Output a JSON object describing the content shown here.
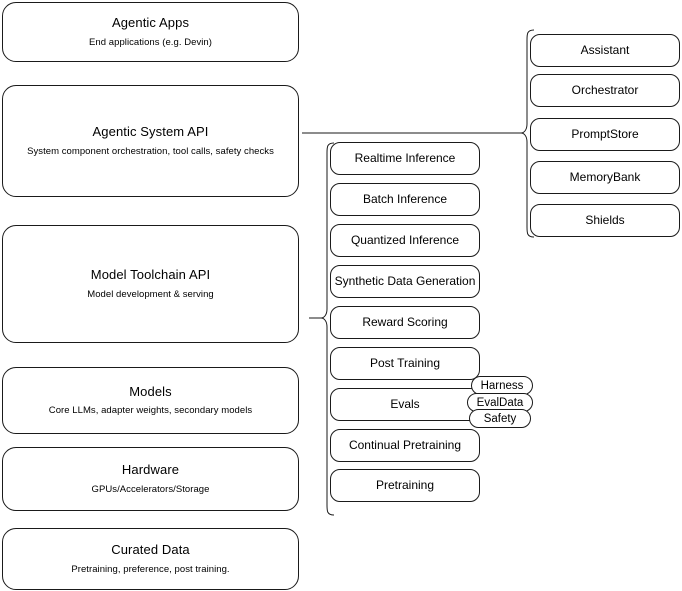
{
  "diagram": {
    "title": "AI stack layered architecture diagram",
    "stroke_color": "#1a1a1a",
    "background_color": "#ffffff",
    "text_color": "#000000"
  },
  "layers": [
    {
      "title": "Agentic Apps",
      "subtitle": "End applications (e.g. Devin)"
    },
    {
      "title": "Agentic System API",
      "subtitle": "System component orchestration, tool calls, safety checks"
    },
    {
      "title": "Model Toolchain API",
      "subtitle": "Model development & serving"
    },
    {
      "title": "Models",
      "subtitle": "Core LLMs, adapter weights, secondary models"
    },
    {
      "title": "Hardware",
      "subtitle": "GPUs/Accelerators/Storage"
    },
    {
      "title": "Curated Data",
      "subtitle": "Pretraining, preference, post training."
    }
  ],
  "toolchain_capabilities": [
    {
      "label": "Realtime Inference"
    },
    {
      "label": "Batch Inference"
    },
    {
      "label": "Quantized Inference"
    },
    {
      "label": "Synthetic Data Generation"
    },
    {
      "label": "Reward Scoring"
    },
    {
      "label": "Post Training"
    },
    {
      "label": "Evals"
    },
    {
      "label": "Continual Pretraining"
    },
    {
      "label": "Pretraining"
    }
  ],
  "evals_badges": [
    {
      "label": "Harness"
    },
    {
      "label": "EvalData"
    },
    {
      "label": "Safety"
    }
  ],
  "system_components": [
    {
      "label": "Assistant"
    },
    {
      "label": "Orchestrator"
    },
    {
      "label": "PromptStore"
    },
    {
      "label": "MemoryBank"
    },
    {
      "label": "Shields"
    }
  ]
}
